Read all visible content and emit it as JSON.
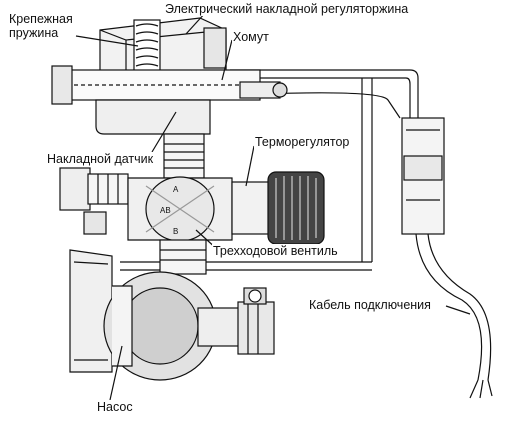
{
  "labels": {
    "spring_line1": "Крепежная",
    "spring_line2": "пружина",
    "regulator": "Электрический накладной регуляторжина",
    "clamp": "Хомут",
    "sensor": "Накладной датчик",
    "thermo": "Терморегулятор",
    "valve": "Трехходовой вентиль",
    "cable": "Кабель подключения",
    "pump": "Насос"
  },
  "valve_marks": {
    "a": "A",
    "ab": "AB",
    "b": "B"
  }
}
